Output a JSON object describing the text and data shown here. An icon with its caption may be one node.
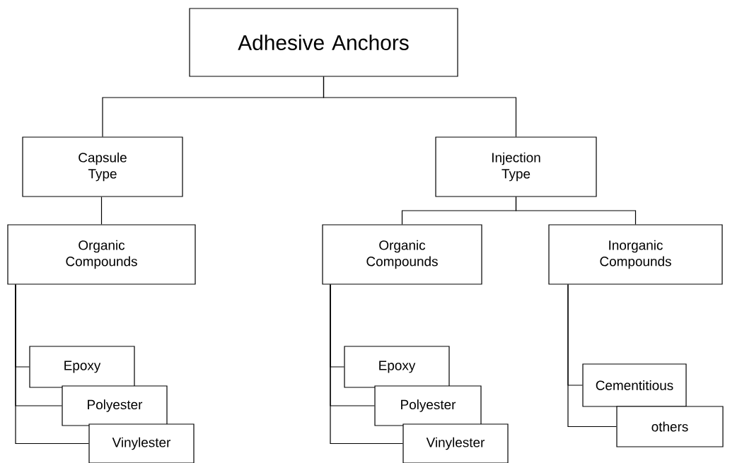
{
  "diagram": {
    "nodes": [
      {
        "text": [
          "Adhesive Anchors"
        ]
      },
      {
        "text": [
          "Capsule Type"
        ]
      },
      {
        "text": [
          "Injection Type"
        ]
      },
      {
        "text": [
          "Organic Compounds"
        ]
      },
      {
        "text": [
          "Organic Compounds"
        ]
      },
      {
        "text": [
          "Inorganic Compounds"
        ]
      },
      {
        "text": [
          "Epoxy"
        ]
      },
      {
        "text": [
          "Polyester"
        ]
      },
      {
        "text": [
          "Vinylester"
        ]
      },
      {
        "text": [
          "Epoxy"
        ]
      },
      {
        "text": [
          "Polyester"
        ]
      },
      {
        "text": [
          "Vinylester"
        ]
      },
      {
        "text": [
          "Cementitious"
        ]
      },
      {
        "text": [
          "others"
        ]
      }
    ],
    "edges": [
      {
        "from": 0,
        "to": 1,
        "arrow": "none"
      },
      {
        "from": 0,
        "to": 2,
        "arrow": "none"
      },
      {
        "from": 1,
        "to": 3,
        "arrow": "none"
      },
      {
        "from": 2,
        "to": 4,
        "arrow": "none"
      },
      {
        "from": 2,
        "to": 5,
        "arrow": "none"
      },
      {
        "from": 3,
        "to": 6,
        "arrow": "none"
      },
      {
        "from": 3,
        "to": 7,
        "arrow": "none"
      },
      {
        "from": 3,
        "to": 8,
        "arrow": "none"
      },
      {
        "from": 4,
        "to": 9,
        "arrow": "none"
      },
      {
        "from": 4,
        "to": 10,
        "arrow": "none"
      },
      {
        "from": 4,
        "to": 11,
        "arrow": "none"
      },
      {
        "from": 5,
        "to": 12,
        "arrow": "none"
      },
      {
        "from": 5,
        "to": 13,
        "arrow": "none"
      }
    ]
  }
}
